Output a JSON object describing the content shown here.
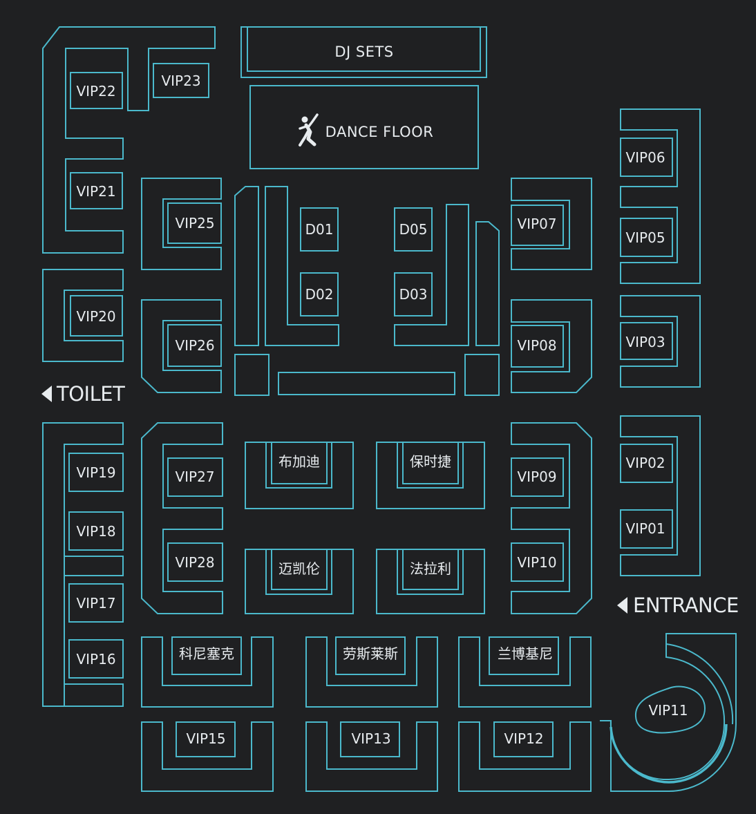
{
  "colors": {
    "background": "#1f2022",
    "outline": "#4bb9cc",
    "text": "#e8ecef"
  },
  "stage": {
    "dj_sets": "DJ SETS",
    "dance_floor": "DANCE FLOOR",
    "dance_icon": "dancer-icon"
  },
  "signs": {
    "toilet": "TOILET",
    "entrance": "ENTRANCE",
    "arrow_icon": "triangle-left-icon"
  },
  "vip": {
    "v01": "VIP01",
    "v02": "VIP02",
    "v03": "VIP03",
    "v05": "VIP05",
    "v06": "VIP06",
    "v07": "VIP07",
    "v08": "VIP08",
    "v09": "VIP09",
    "v10": "VIP10",
    "v11": "VIP11",
    "v12": "VIP12",
    "v13": "VIP13",
    "v15": "VIP15",
    "v16": "VIP16",
    "v17": "VIP17",
    "v18": "VIP18",
    "v19": "VIP19",
    "v20": "VIP20",
    "v21": "VIP21",
    "v22": "VIP22",
    "v23": "VIP23",
    "v25": "VIP25",
    "v26": "VIP26",
    "v27": "VIP27",
    "v28": "VIP28"
  },
  "tables": {
    "d01": "D01",
    "d02": "D02",
    "d03": "D03",
    "d05": "D05"
  },
  "named": {
    "bugatti": "布加迪",
    "porsche": "保时捷",
    "mclaren": "迈凯伦",
    "ferrari": "法拉利",
    "koenigsegg": "科尼塞克",
    "rollsroyce": "劳斯莱斯",
    "lamborghini": "兰博基尼"
  }
}
